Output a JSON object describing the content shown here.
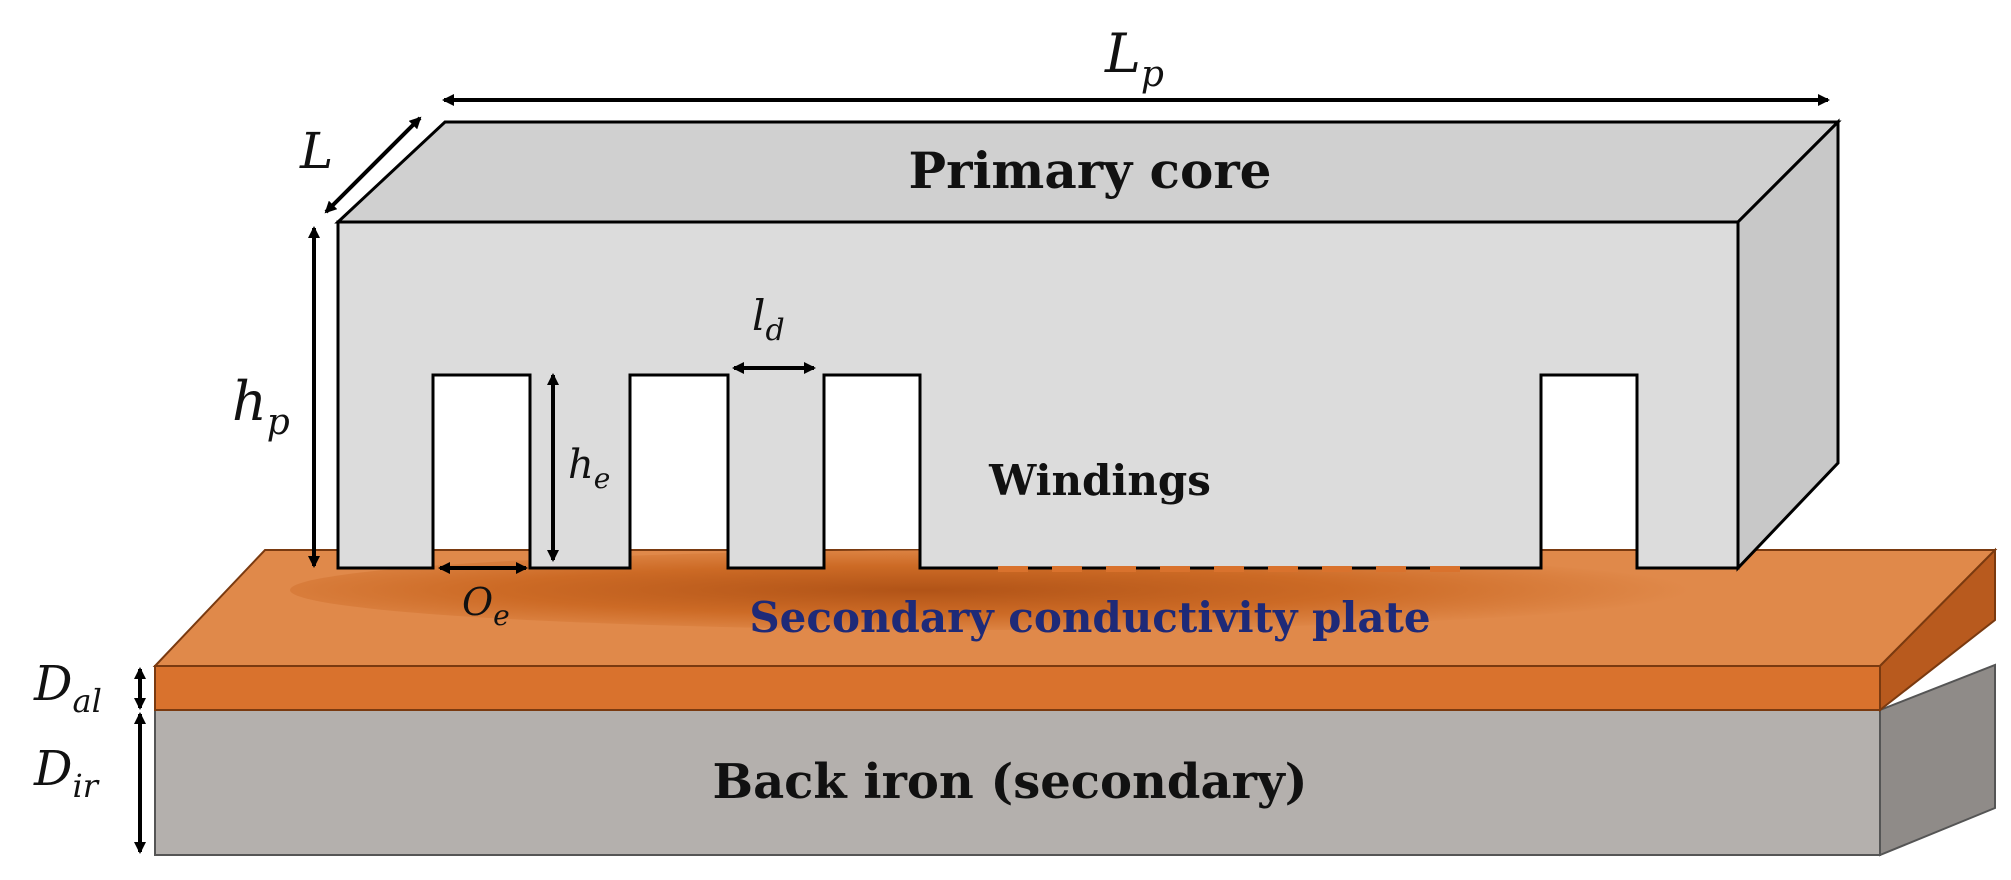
{
  "labels": {
    "primary_core": "Primary core",
    "windings": "Windings",
    "secondary_plate": "Secondary conductivity plate",
    "back_iron": "Back iron (secondary)"
  },
  "dimensions": {
    "Lp": {
      "main": "L",
      "sub": "p"
    },
    "L": {
      "main": "L",
      "sub": ""
    },
    "hp": {
      "main": "h",
      "sub": "p"
    },
    "he": {
      "main": "h",
      "sub": "e"
    },
    "ld": {
      "main": "l",
      "sub": "d"
    },
    "Oe": {
      "main": "O",
      "sub": "e"
    },
    "Dal": {
      "main": "D",
      "sub": "al"
    },
    "Dir": {
      "main": "D",
      "sub": "ir"
    }
  },
  "colors": {
    "core_front": "#dcdcdc",
    "core_top": "#d0d0d0",
    "core_side": "#c8c8c8",
    "plate_top": "#e0894a",
    "plate_front": "#d9722d",
    "plate_side": "#b85a1e",
    "iron_front": "#b4b0ad",
    "iron_side": "#8f8b88",
    "secondary_text": "#1e2a78"
  }
}
